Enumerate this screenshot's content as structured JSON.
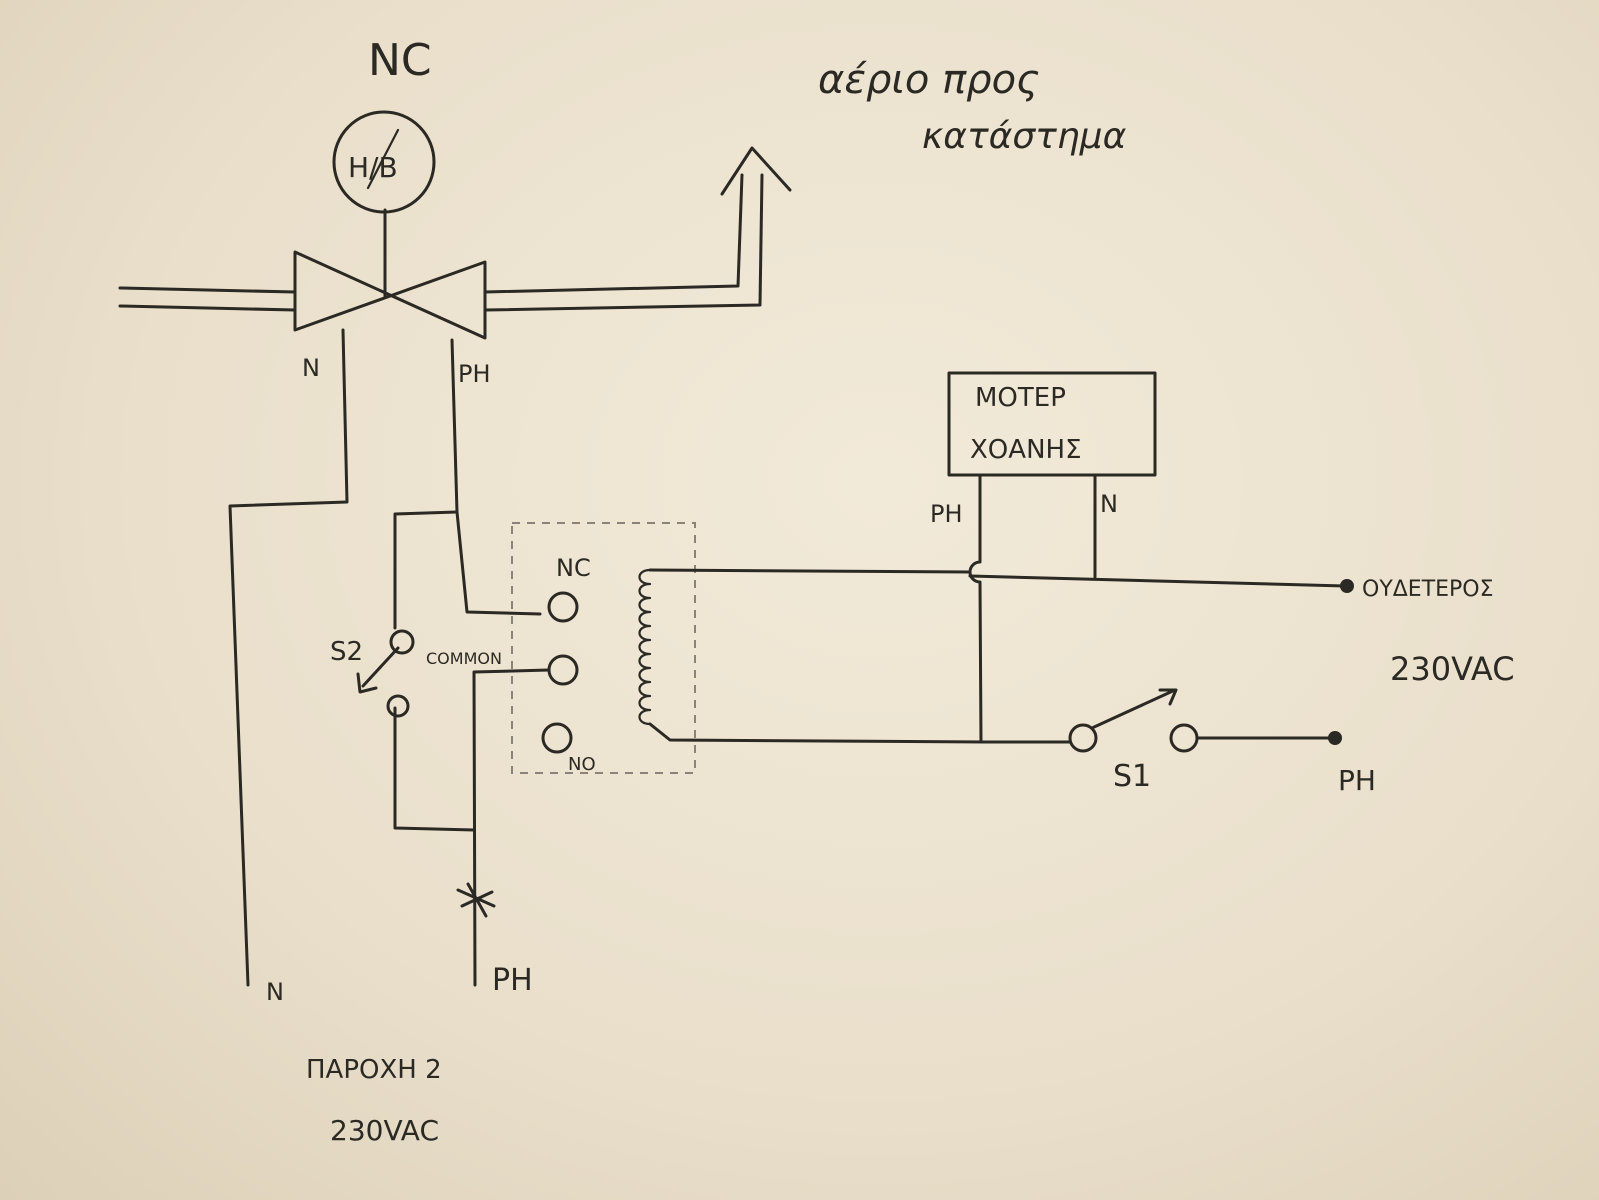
{
  "labels": {
    "valve_type": "NC",
    "valve_symbol": "H/B",
    "gas_line_1": "αέριο προς",
    "gas_line_2": "κατάστημα",
    "valve_neutral": "N",
    "valve_phase": "PH",
    "motor_line_1": "ΜΟΤΕΡ",
    "motor_line_2": "ΧΟΑΝΗΣ",
    "motor_phase": "PH",
    "motor_neutral": "N",
    "relay_nc": "NC",
    "relay_common": "COMMON",
    "relay_no": "NO",
    "switch_s2": "S2",
    "switch_s1": "S1",
    "neutral_terminal": "ΟΥΔΕΤΕΡΟΣ",
    "supply_right": "230VAC",
    "phase_terminal": "PH",
    "supply2_neutral": "N",
    "supply2_phase": "PH",
    "supply2_line_1": "ΠΑΡΟΧΗ 2",
    "supply2_line_2": "230VAC"
  },
  "colors": {
    "ink": "#2b2924",
    "paper": "#ece2cf",
    "relay_outline": "#8a8478"
  }
}
